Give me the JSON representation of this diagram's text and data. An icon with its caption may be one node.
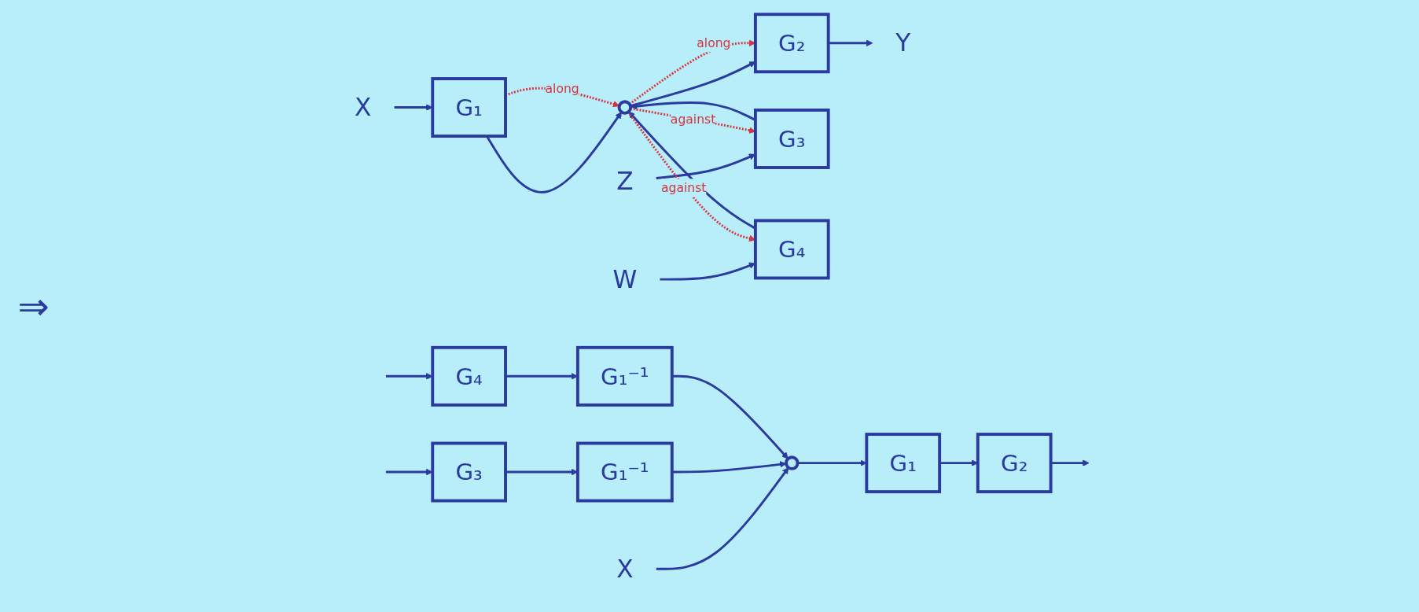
{
  "diagram": {
    "nodes": [
      {
        "text": [
          "X"
        ]
      },
      {
        "text": [
          "G₁"
        ]
      },
      {
        "text": [],
        "shape": "circle"
      },
      {
        "text": [
          "G₂"
        ]
      },
      {
        "text": [
          "Y"
        ]
      },
      {
        "text": [
          "G₃"
        ]
      },
      {
        "text": [
          "G₄"
        ]
      },
      {
        "text": [
          "Z"
        ]
      },
      {
        "text": [
          "W"
        ]
      },
      {
        "text": [
          "X"
        ]
      },
      {
        "text": [],
        "shape": "circle"
      },
      {
        "text": [
          "G₁"
        ]
      },
      {
        "text": [
          "G₂"
        ]
      },
      {
        "text": [
          "G₁⁻¹"
        ]
      },
      {
        "text": [
          "G₁⁻¹"
        ]
      },
      {
        "text": [
          "G₃"
        ]
      },
      {
        "text": [
          "G₄"
        ]
      }
    ],
    "edges": [
      {
        "from": 0,
        "to": 1,
        "arrow": "to"
      },
      {
        "from": 1,
        "to": 2,
        "arrow": "to"
      },
      {
        "from": 2,
        "to": 3,
        "arrow": "to"
      },
      {
        "from": 3,
        "to": 4,
        "arrow": "to"
      },
      {
        "from": 5,
        "to": 2,
        "arrow": "to"
      },
      {
        "from": 6,
        "to": 2,
        "arrow": "to"
      },
      {
        "from": 7,
        "to": 5,
        "arrow": "to"
      },
      {
        "from": 8,
        "to": 6,
        "arrow": "to"
      },
      {
        "from": 1,
        "to": 2,
        "arrow": "to",
        "label": "along",
        "style": "dashed",
        "color": "#d8323c"
      },
      {
        "from": 2,
        "to": 3,
        "arrow": "to",
        "label": "along",
        "style": "dashed",
        "color": "#d8323c"
      },
      {
        "from": 2,
        "to": 5,
        "arrow": "to",
        "label": "against",
        "style": "dashed",
        "color": "#d8323c"
      },
      {
        "from": 2,
        "to": 6,
        "arrow": "to",
        "label": "against",
        "style": "dashed",
        "color": "#d8323c"
      },
      {
        "from": 9,
        "to": 10,
        "arrow": "to"
      },
      {
        "from": 10,
        "to": 11,
        "arrow": "to"
      },
      {
        "from": 11,
        "to": 12,
        "arrow": "to"
      },
      {
        "from": 12,
        "to": null,
        "arrow": "to"
      },
      {
        "from": 13,
        "to": 10,
        "arrow": "to"
      },
      {
        "from": 14,
        "to": 10,
        "arrow": "to"
      },
      {
        "from": 15,
        "to": 13,
        "arrow": "to"
      },
      {
        "from": 16,
        "to": 14,
        "arrow": "to"
      },
      {
        "from": null,
        "to": 15,
        "arrow": "to"
      },
      {
        "from": null,
        "to": 16,
        "arrow": "to"
      }
    ],
    "labels": [
      "⇒"
    ]
  }
}
